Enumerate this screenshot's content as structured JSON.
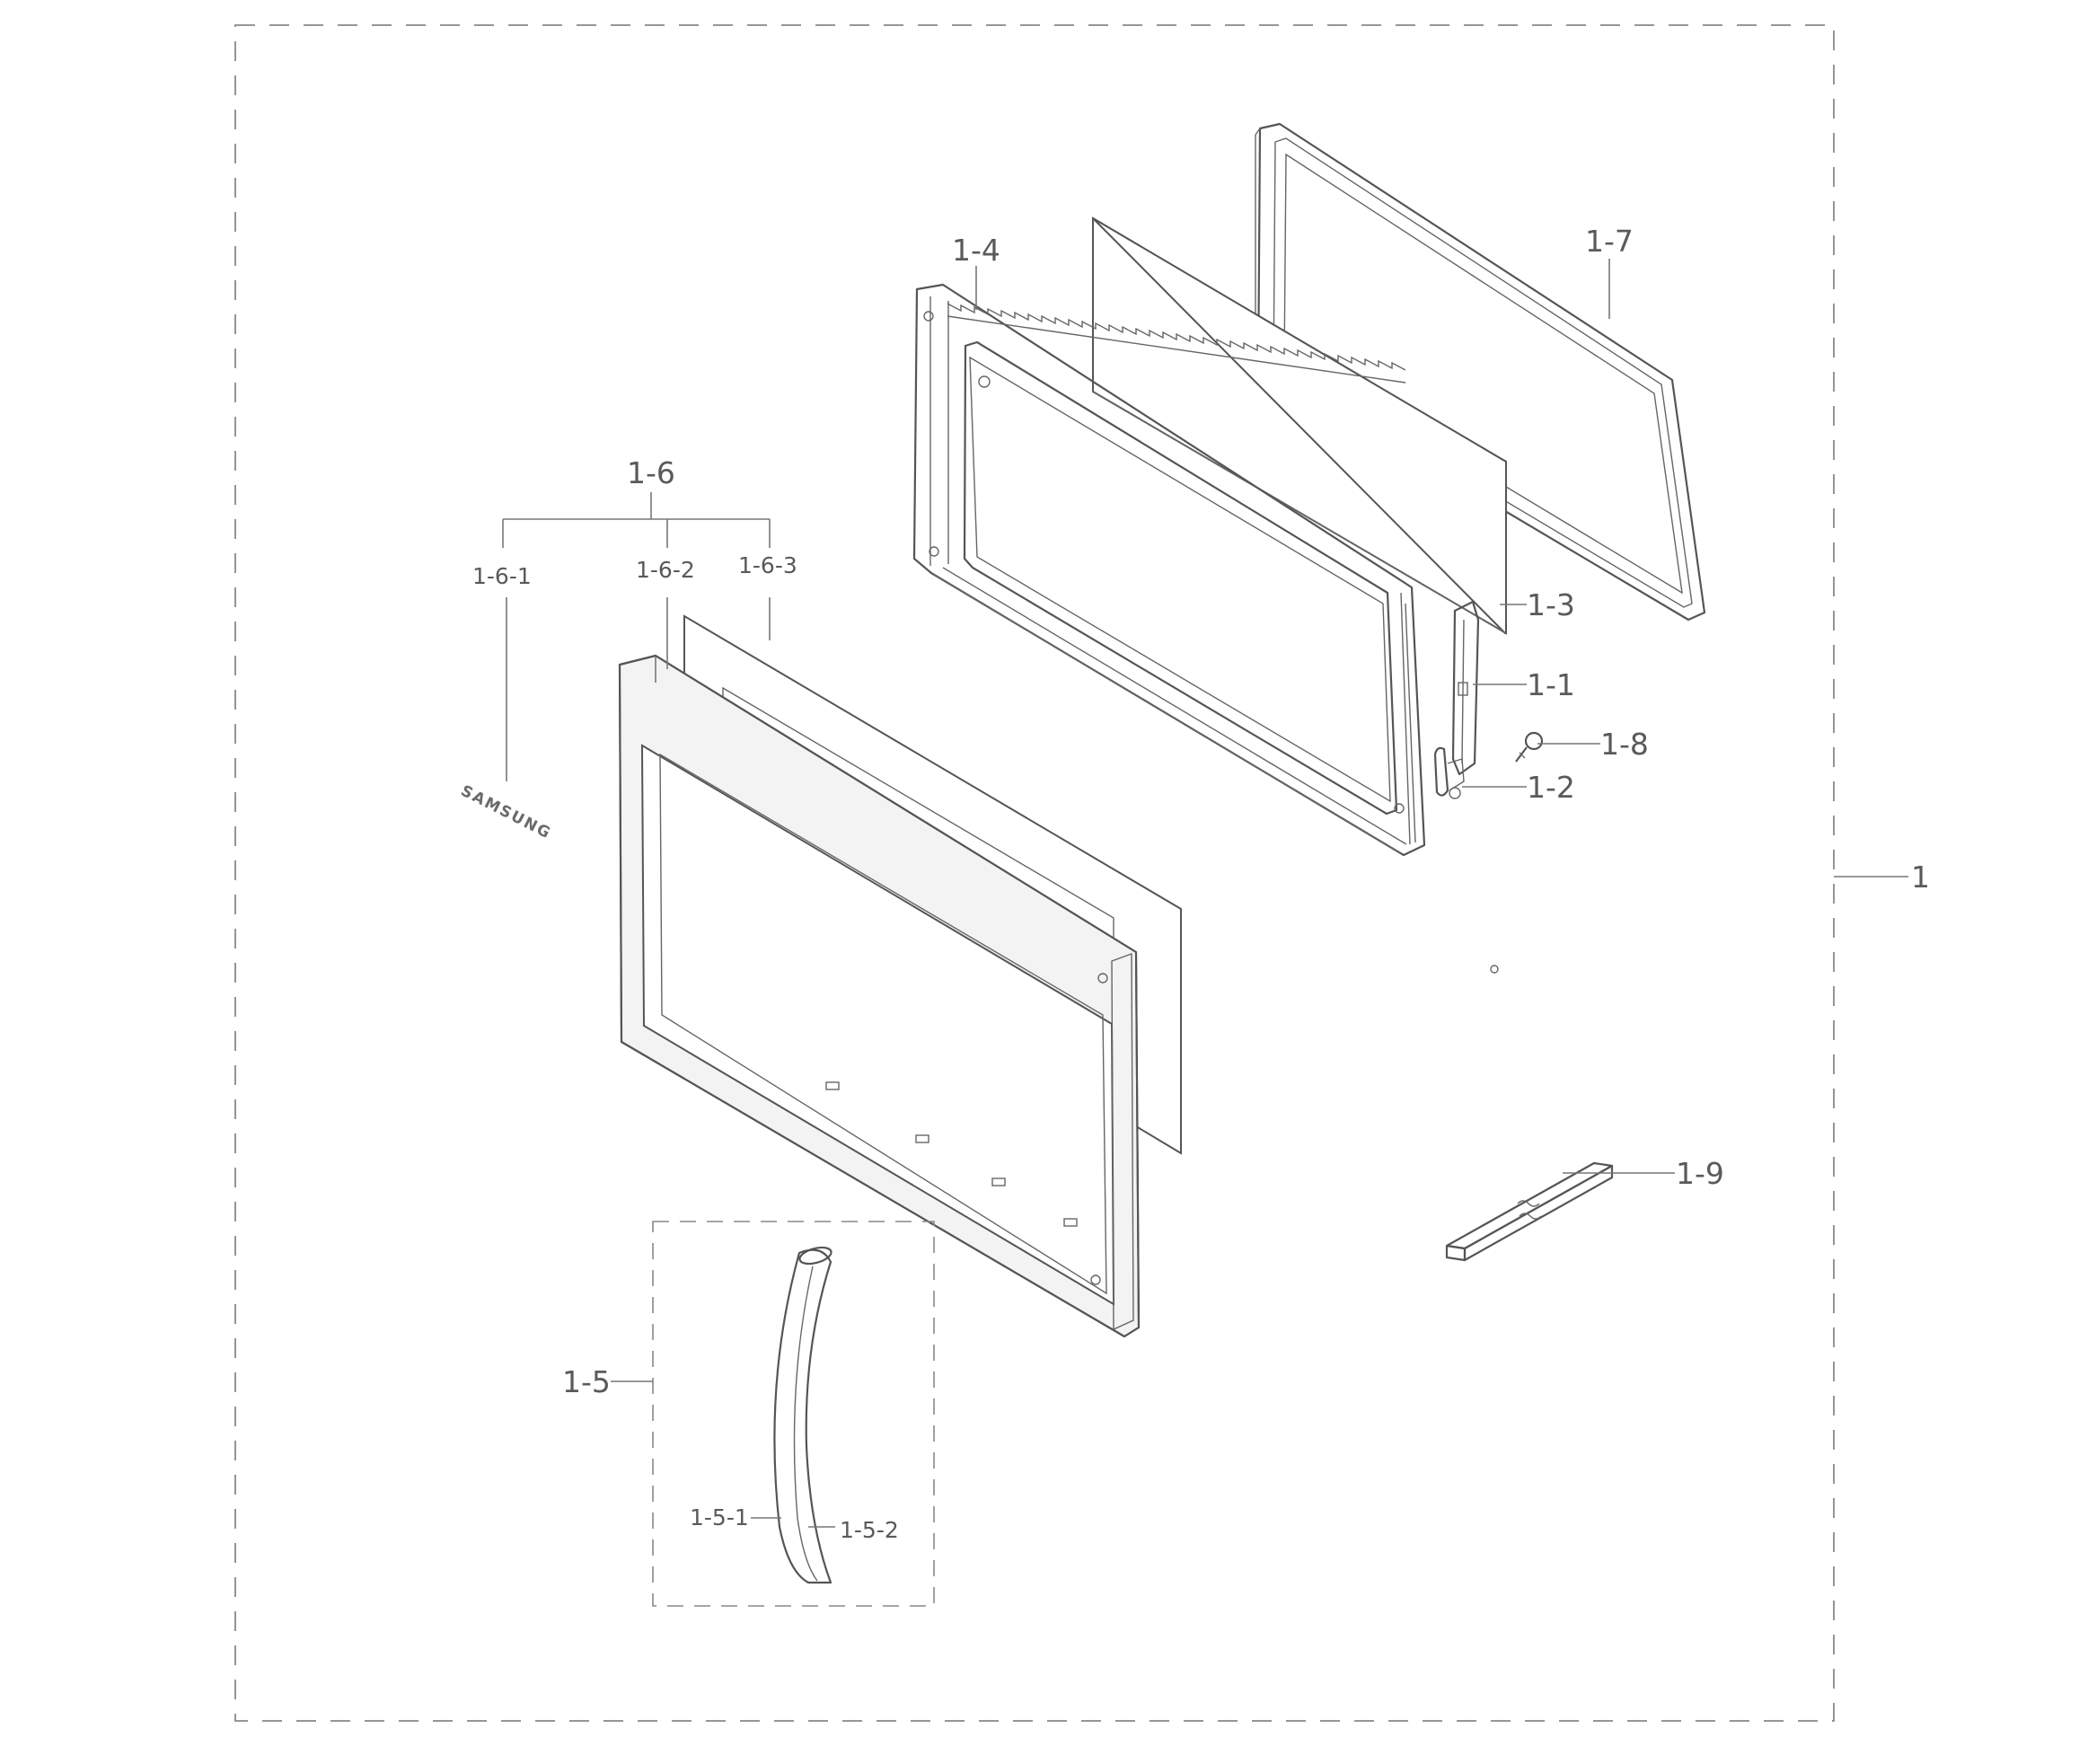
{
  "labels": {
    "assembly": "1",
    "p1_1": "1-1",
    "p1_2": "1-2",
    "p1_3": "1-3",
    "p1_4": "1-4",
    "p1_5": "1-5",
    "p1_5_1": "1-5-1",
    "p1_5_2": "1-5-2",
    "p1_6": "1-6",
    "p1_6_1": "1-6-1",
    "p1_6_2": "1-6-2",
    "p1_6_3": "1-6-3",
    "p1_7": "1-7",
    "p1_8": "1-8",
    "p1_9": "1-9"
  },
  "brand_text": "SAMSUNG",
  "colors": {
    "line": "#555555",
    "label": "#5a5a5a",
    "dashed_boundary": "#888888",
    "background": "#ffffff"
  }
}
